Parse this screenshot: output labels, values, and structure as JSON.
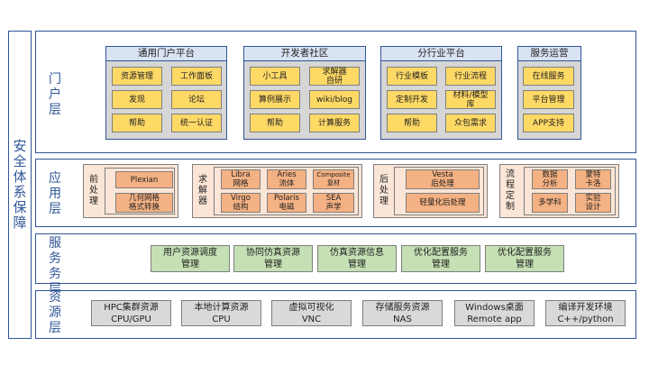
{
  "security": {
    "label": "安全体系保障"
  },
  "layers": {
    "portal": "门\n户\n层",
    "application": "应\n用\n层",
    "service": "服务\n务层",
    "resource": "资\n源\n层"
  },
  "portal_groups": [
    {
      "title": "通用门户平台",
      "items": [
        "资源管理",
        "工作面板",
        "发现",
        "论坛",
        "帮助",
        "统一认证"
      ]
    },
    {
      "title": "开发者社区",
      "items": [
        "小工具",
        "求解器\n自研",
        "算例展示",
        "wiki/blog",
        "帮助",
        "计算服务"
      ]
    },
    {
      "title": "分行业平台",
      "items": [
        "行业模板",
        "行业流程",
        "定制开发",
        "材料/模型\n库",
        "帮助",
        "众包需求"
      ]
    },
    {
      "title": "服务运营",
      "items": [
        "在线服务",
        "平台管理",
        "APP支持"
      ]
    }
  ],
  "app_groups": {
    "pre": {
      "label": "前\n处\n理",
      "items": [
        "Plexian",
        "几何网格\n格式转换"
      ]
    },
    "solver": {
      "label": "求\n解\n器",
      "items": [
        "Libra\n网格",
        "Aries\n流体",
        "Composite\n复材",
        "Virgo\n结构",
        "Polaris\n电磁",
        "SEA\n声学"
      ]
    },
    "post": {
      "label": "后\n处\n理",
      "items": [
        "Vesta\n后处理",
        "轻量化后处理"
      ]
    },
    "flow": {
      "label": "流\n程\n定\n制",
      "items": [
        "数据\n分析",
        "蒙特\n卡洛",
        "多学科",
        "实验\n设计"
      ]
    }
  },
  "service_items": [
    "用户资源调度\n管理",
    "协同仿真资源\n管理",
    "仿真资源信息\n管理",
    "优化配置服务\n管理",
    "优化配置服务\n管理"
  ],
  "resource_items": [
    "HPC集群资源\nCPU/GPU",
    "本地计算资源\nCPU",
    "虚拟可视化\nVNC",
    "存储服务资源\nNAS",
    "Windows桌面\nRemote app",
    "编译开发环境\nC++/python"
  ],
  "colors": {
    "frame": "#2f5597",
    "portal_title_bg": "#dae3f3",
    "portal_group_bg": "#d6d6d6",
    "portal_item": "#ffd966",
    "app_group_bg": "#fbe5d6",
    "app_item": "#f4b183",
    "service_item": "#c5e0b4",
    "resource_item": "#d9d9d9"
  }
}
